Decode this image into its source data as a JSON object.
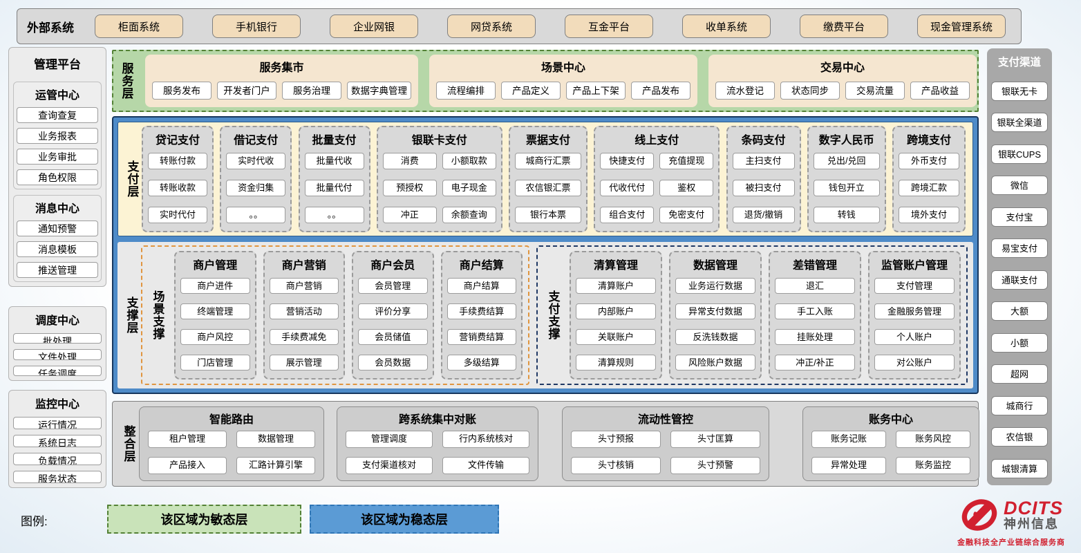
{
  "external": {
    "label": "外部系统",
    "items": [
      "柜面系统",
      "手机银行",
      "企业网银",
      "网贷系统",
      "互金平台",
      "收单系统",
      "缴费平台",
      "现金管理系统"
    ]
  },
  "management": {
    "title": "管理平台",
    "sections": [
      {
        "title": "运管中心",
        "panel": 0,
        "items": [
          "查询查复",
          "业务报表",
          "业务审批",
          "角色权限"
        ]
      },
      {
        "title": "消息中心",
        "panel": 0,
        "items": [
          "通知预警",
          "消息模板",
          "推送管理"
        ]
      },
      {
        "title": "调度中心",
        "panel": 1,
        "items": [
          "批处理",
          "文件处理",
          "任务调度"
        ]
      },
      {
        "title": "监控中心",
        "panel": 2,
        "items": [
          "运行情况",
          "系统日志",
          "负载情况",
          "服务状态"
        ]
      }
    ]
  },
  "service_layer": {
    "label": "服务层",
    "groups": [
      {
        "title": "服务集市",
        "items": [
          "服务发布",
          "开发者门户",
          "服务治理",
          "数据字典管理"
        ]
      },
      {
        "title": "场景中心",
        "items": [
          "流程编排",
          "产品定义",
          "产品上下架",
          "产品发布"
        ]
      },
      {
        "title": "交易中心",
        "items": [
          "流水登记",
          "状态同步",
          "交易流量",
          "产品收益"
        ]
      }
    ]
  },
  "payment_layer": {
    "label": "支付层",
    "columns": [
      {
        "title": "贷记支付",
        "cols": 1,
        "items": [
          "转账付款",
          "转账收款",
          "实时代付"
        ]
      },
      {
        "title": "借记支付",
        "cols": 1,
        "items": [
          "实时代收",
          "资金归集",
          "。。"
        ]
      },
      {
        "title": "批量支付",
        "cols": 1,
        "items": [
          "批量代收",
          "批量代付",
          "。。"
        ]
      },
      {
        "title": "银联卡支付",
        "cols": 2,
        "items": [
          "消费",
          "小额取款",
          "预授权",
          "电子现金",
          "冲正",
          "余额查询"
        ]
      },
      {
        "title": "票据支付",
        "cols": 1,
        "items": [
          "城商行汇票",
          "农信银汇票",
          "银行本票"
        ]
      },
      {
        "title": "线上支付",
        "cols": 2,
        "items": [
          "快捷支付",
          "充值提现",
          "代收代付",
          "鉴权",
          "组合支付",
          "免密支付"
        ]
      },
      {
        "title": "条码支付",
        "cols": 1,
        "items": [
          "主扫支付",
          "被扫支付",
          "退货/撤销"
        ]
      },
      {
        "title": "数字人民币",
        "cols": 1,
        "items": [
          "兑出/兑回",
          "钱包开立",
          "转钱"
        ]
      },
      {
        "title": "跨境支付",
        "cols": 1,
        "items": [
          "外币支付",
          "跨境汇款",
          "境外支付"
        ]
      }
    ]
  },
  "support_layer": {
    "label": "支撑层",
    "groups": [
      {
        "label": "场景支撑",
        "columns": [
          {
            "title": "商户管理",
            "items": [
              "商户进件",
              "终端管理",
              "商户风控",
              "门店管理"
            ]
          },
          {
            "title": "商户营销",
            "items": [
              "商户营销",
              "营销活动",
              "手续费减免",
              "展示管理"
            ]
          },
          {
            "title": "商户会员",
            "items": [
              "会员管理",
              "评价分享",
              "会员储值",
              "会员数据"
            ]
          },
          {
            "title": "商户结算",
            "items": [
              "商户结算",
              "手续费结算",
              "营销费结算",
              "多级结算"
            ]
          }
        ]
      },
      {
        "label": "支付支撑",
        "columns": [
          {
            "title": "清算管理",
            "items": [
              "清算账户",
              "内部账户",
              "关联账户",
              "清算规则"
            ]
          },
          {
            "title": "数据管理",
            "items": [
              "业务运行数据",
              "异常支付数据",
              "反洗钱数据",
              "风险账户数据"
            ]
          },
          {
            "title": "差错管理",
            "items": [
              "退汇",
              "手工入账",
              "挂账处理",
              "冲正/补正"
            ]
          },
          {
            "title": "监管账户管理",
            "items": [
              "支付管理",
              "金融服务管理",
              "个人账户",
              "对公账户"
            ]
          }
        ]
      }
    ]
  },
  "integration_layer": {
    "label": "整合层",
    "groups": [
      {
        "title": "智能路由",
        "items": [
          "租户管理",
          "数据管理",
          "产品接入",
          "汇路计算引擎"
        ]
      },
      {
        "title": "跨系统集中对账",
        "items": [
          "管理调度",
          "行内系统核对",
          "支付渠道核对",
          "文件传输"
        ]
      },
      {
        "title": "流动性管控",
        "items": [
          "头寸预报",
          "头寸匡算",
          "头寸核销",
          "头寸预警"
        ]
      },
      {
        "title": "账务中心",
        "items": [
          "账务记账",
          "账务风控",
          "异常处理",
          "账务监控"
        ]
      }
    ]
  },
  "channels": {
    "title": "支付渠道",
    "items": [
      "银联无卡",
      "银联全渠道",
      "银联CUPS",
      "微信",
      "支付宝",
      "易宝支付",
      "通联支付",
      "大额",
      "小额",
      "超网",
      "城商行",
      "农信银",
      "城银清算"
    ]
  },
  "legend": {
    "label": "图例:",
    "agile": "该区域为敏态层",
    "stable": "该区域为稳态层"
  },
  "logo": {
    "brand": "DCITS",
    "name": "神州信息",
    "tagline": "金融科技全产业链综合服务商"
  },
  "colors": {
    "agile_green": "#b6d7a8",
    "stable_blue": "#4e8bc8",
    "cream_button": "#f2dcbb",
    "brand_red": "#d1202f"
  }
}
